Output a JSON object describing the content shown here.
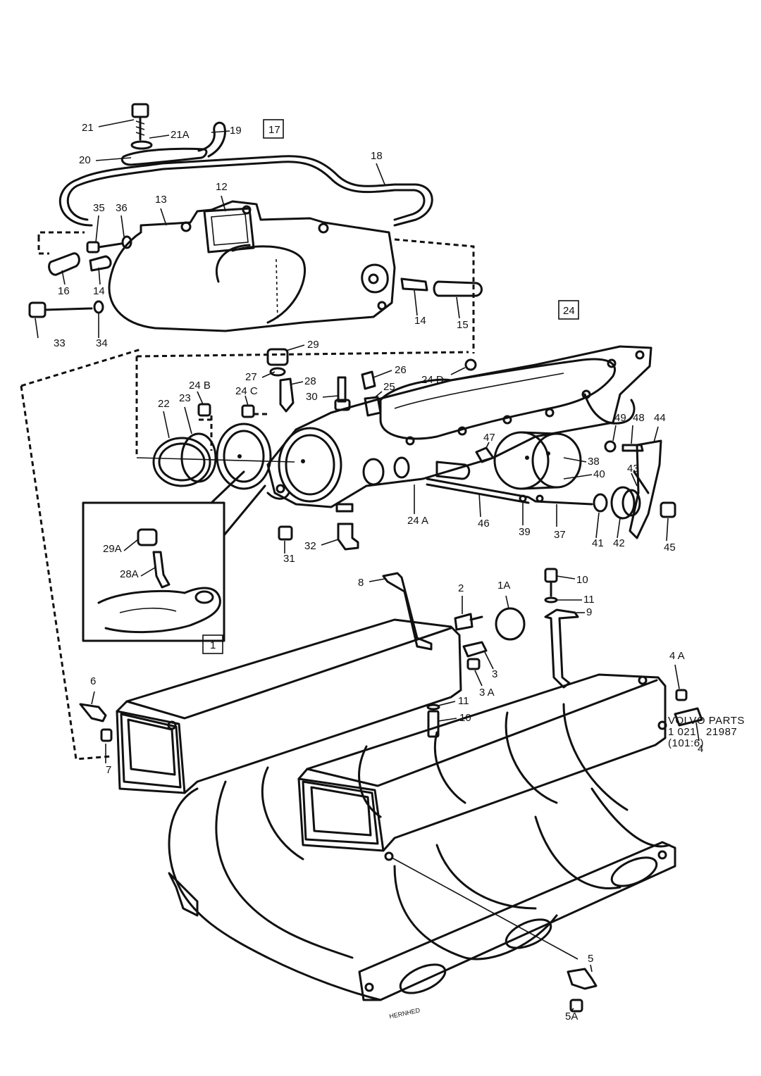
{
  "diagram": {
    "footer": {
      "line1": "VOLVO PARTS",
      "line2": "1 021   21987",
      "line3": "(101:6)"
    },
    "signature": "HERNHED",
    "boxed_labels": [
      "17",
      "24",
      "1"
    ],
    "callouts": [
      "21",
      "21A",
      "19",
      "20",
      "18",
      "12",
      "13",
      "35",
      "36",
      "16",
      "14",
      "33",
      "34",
      "14",
      "15",
      "29",
      "27",
      "28",
      "26",
      "30",
      "25",
      "24 D",
      "24 B",
      "24 C",
      "22",
      "23",
      "47",
      "49",
      "48",
      "44",
      "43",
      "38",
      "40",
      "24 A",
      "46",
      "39",
      "37",
      "41",
      "42",
      "45",
      "31",
      "32",
      "29A",
      "28A",
      "8",
      "2",
      "1A",
      "10",
      "11",
      "9",
      "4 A",
      "4",
      "6",
      "7",
      "3",
      "3 A",
      "11",
      "10",
      "5",
      "5A"
    ]
  }
}
